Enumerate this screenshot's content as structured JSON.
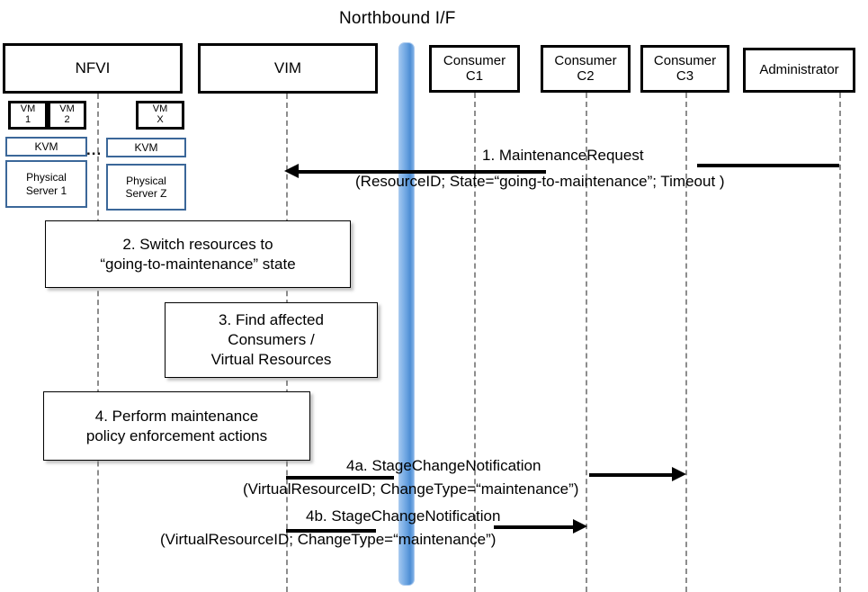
{
  "diagram": {
    "title": "Northbound I/F",
    "type": "sequence-diagram"
  },
  "actors": [
    {
      "id": "nfvi",
      "label": "NFVI"
    },
    {
      "id": "vim",
      "label": "VIM"
    },
    {
      "id": "c1",
      "label_line1": "Consumer",
      "label_line2": "C1"
    },
    {
      "id": "c2",
      "label_line1": "Consumer",
      "label_line2": "C2"
    },
    {
      "id": "c3",
      "label_line1": "Consumer",
      "label_line2": "C3"
    },
    {
      "id": "admin",
      "label": "Administrator"
    }
  ],
  "nfvi_internals": {
    "vms": [
      {
        "line1": "VM",
        "line2": "1"
      },
      {
        "line1": "VM",
        "line2": "2"
      },
      {
        "line1": "VM",
        "line2": "X"
      }
    ],
    "hypervisors": [
      {
        "label": "KVM"
      },
      {
        "label": "KVM"
      }
    ],
    "servers": [
      {
        "line1": "Physical",
        "line2": "Server 1"
      },
      {
        "line1": "Physical",
        "line2": "Server Z"
      }
    ],
    "ellipsis": "..."
  },
  "steps": [
    {
      "id": "step2",
      "line1": "2. Switch resources to",
      "line2": "“going-to-maintenance” state"
    },
    {
      "id": "step3",
      "line1": "3. Find affected",
      "line2": "Consumers /",
      "line3": "Virtual Resources"
    },
    {
      "id": "step4",
      "line1": "4. Perform maintenance",
      "line2": "policy enforcement actions"
    }
  ],
  "messages": [
    {
      "id": "msg1",
      "number": "1.",
      "name": "MaintenanceRequest",
      "label": "1.    MaintenanceRequest",
      "params": "(ResourceID; State=“going-to-maintenance”; Timeout )",
      "from": "admin",
      "to": "vim",
      "direction": "left"
    },
    {
      "id": "msg4a",
      "number": "4a.",
      "name": "StageChangeNotification",
      "label": "4a. StageChangeNotification",
      "params": "(VirtualResourceID; ChangeType=“maintenance”)",
      "from": "vim",
      "to": "c3",
      "direction": "right"
    },
    {
      "id": "msg4b",
      "number": "4b.",
      "name": "StageChangeNotification",
      "label": "4b. StageChangeNotification",
      "params": "(VirtualResourceID; ChangeType=“maintenance”)",
      "from": "vim",
      "to": "c2",
      "direction": "right"
    }
  ],
  "colors": {
    "northbound_bar": "#6ea6e2",
    "hypervisor_border": "#3b6799",
    "actor_border": "#000000",
    "lifeline": "#8d8d8d"
  }
}
